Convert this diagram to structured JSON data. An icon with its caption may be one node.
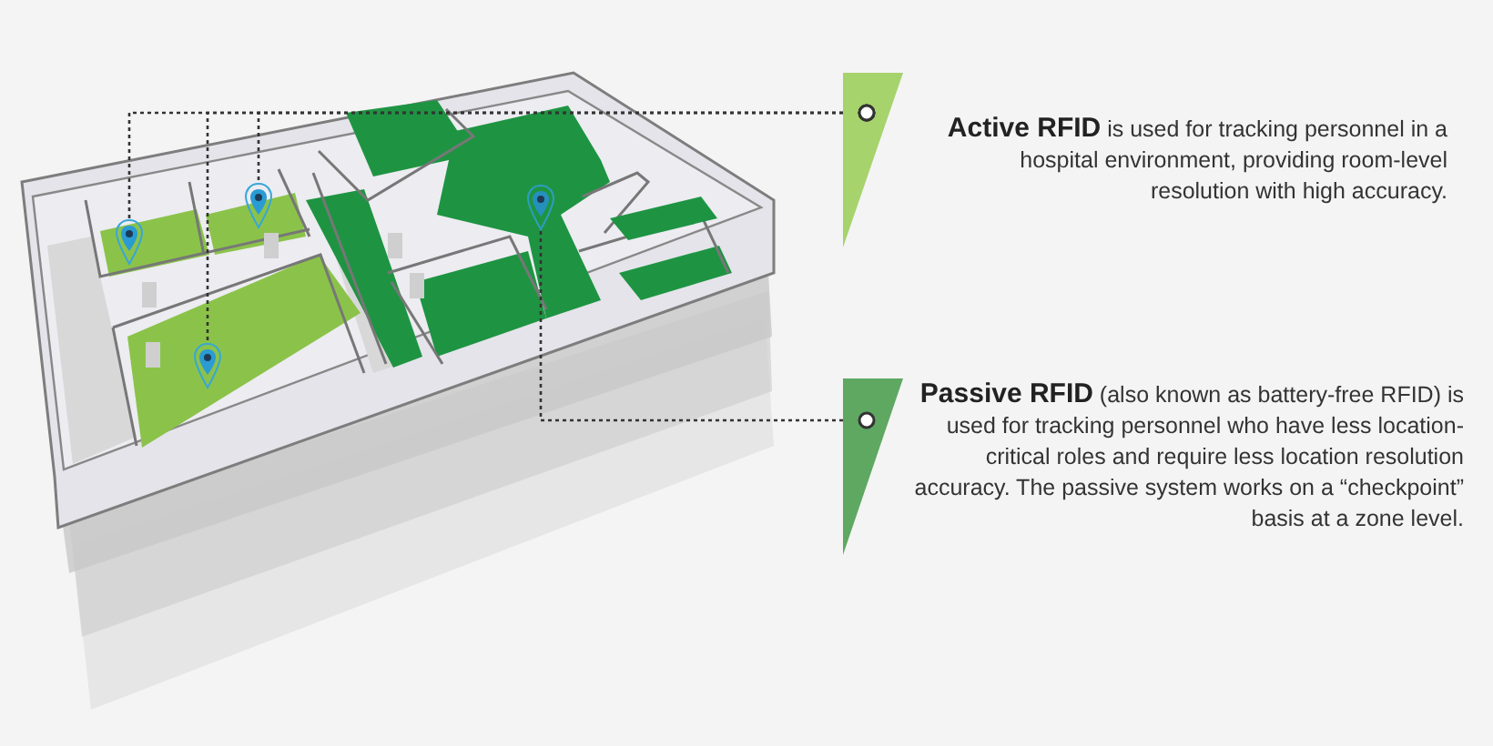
{
  "diagram": {
    "nodes": [
      {
        "text": [
          "**Active RFID** is used for tracking personnel in a hospital environment, providing room-level resolution with high accuracy."
        ]
      },
      {
        "text": [
          "**Passive RFID** (also known as battery-free RFID) is used for tracking personnel who have less location-critical roles and require less location resolution accuracy. The passive system works on a “checkpoint” basis at a zone level."
        ]
      },
      {
        "text": [],
        "shape": "pin"
      },
      {
        "text": [],
        "shape": "pin"
      },
      {
        "text": [],
        "shape": "pin"
      },
      {
        "text": [],
        "shape": "pin"
      }
    ],
    "edges": [
      {
        "from": 0,
        "to": 2,
        "arrow": "other"
      },
      {
        "from": 0,
        "to": 3,
        "arrow": "other"
      },
      {
        "from": 0,
        "to": 4,
        "arrow": "other"
      },
      {
        "from": 1,
        "to": 5,
        "arrow": "other"
      }
    ]
  }
}
